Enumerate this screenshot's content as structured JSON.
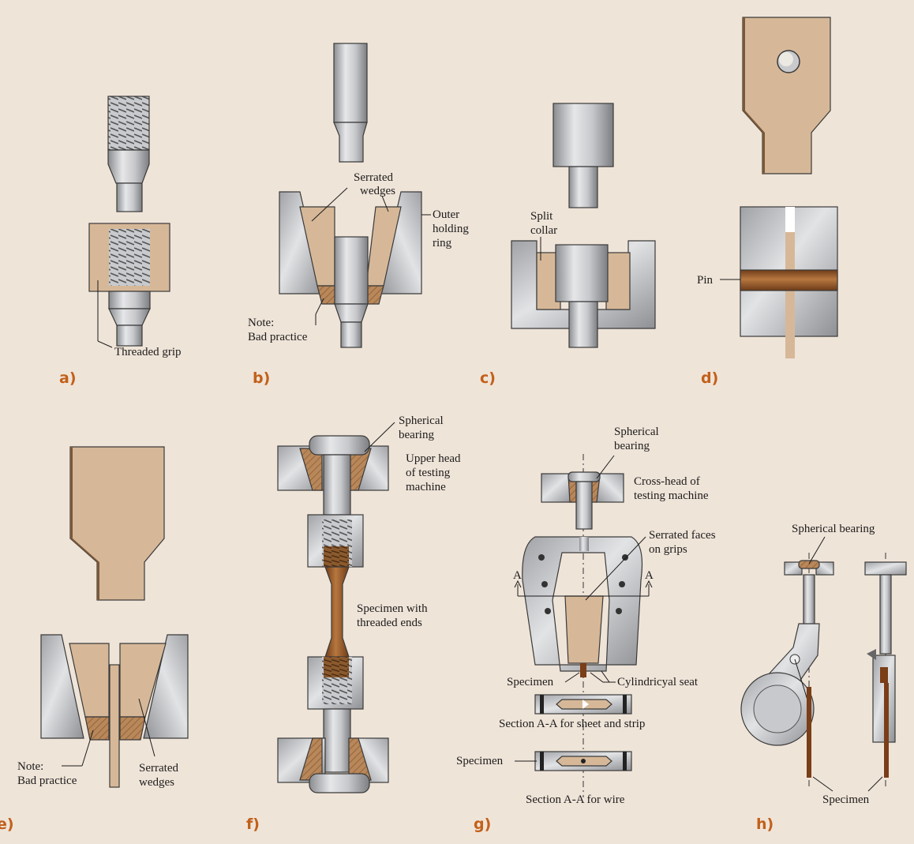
{
  "colors": {
    "background": "#efe4d8",
    "steel_light": "#d8d9db",
    "steel_dark": "#8e9094",
    "wood": "#d6b898",
    "wood_dark": "#9c7248",
    "copper": "#9a5a2a",
    "caption_orange": "#c2601a"
  },
  "panels": {
    "a": {
      "caption": "a)",
      "threaded_grip": "Threaded grip"
    },
    "b": {
      "caption": "b)",
      "serrated": "Serrated",
      "wedges": "wedges",
      "outer": "Outer",
      "holding": "holding",
      "ring": "ring",
      "note": "Note:",
      "bad_practice": "Bad practice"
    },
    "c": {
      "caption": "c)",
      "split": "Split",
      "collar": "collar"
    },
    "d": {
      "caption": "d)",
      "pin": "Pin"
    },
    "e": {
      "caption": "e)",
      "note": "Note:",
      "bad_practice": "Bad practice",
      "serrated": "Serrated",
      "wedges": "wedges"
    },
    "f": {
      "caption": "f)",
      "spherical": "Spherical",
      "bearing": "bearing",
      "upper_head": "Upper head",
      "of_testing": "of testing",
      "machine": "machine",
      "specimen_with": "Specimen with",
      "threaded_ends": "threaded ends"
    },
    "g": {
      "caption": "g)",
      "spherical": "Spherical",
      "bearing": "bearing",
      "cross_head": "Cross-head of",
      "testing_machine": "testing machine",
      "serrated_faces": "Serrated faces",
      "on_grips": "on grips",
      "a_left": "A",
      "a_right": "A",
      "specimen": "Specimen",
      "cylindrical_seat": "Cylindricyal seat",
      "section_sheet": "Section A-A for sheet and strip",
      "specimen2": "Specimen",
      "section_wire": "Section A-A for wire"
    },
    "h": {
      "caption": "h)",
      "spherical_bearing": "Spherical bearing",
      "specimen": "Specimen"
    }
  }
}
